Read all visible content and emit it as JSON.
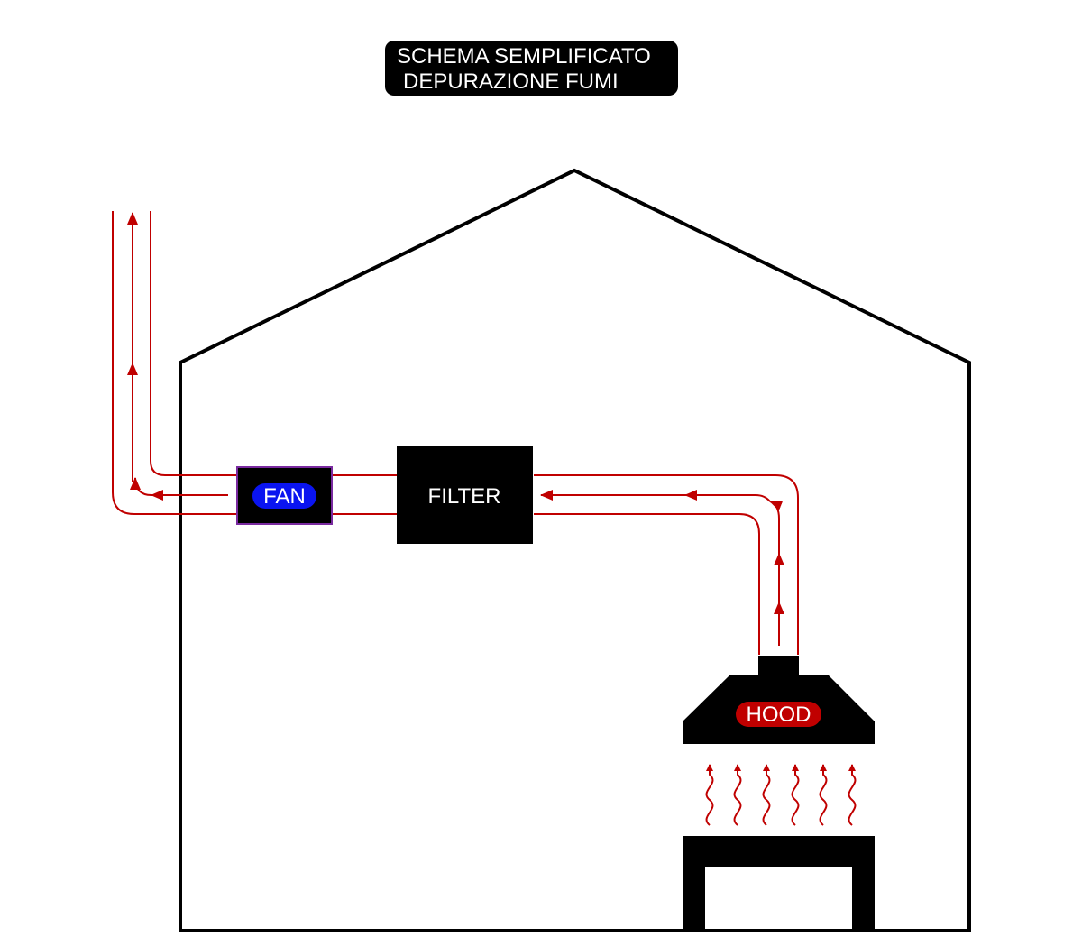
{
  "title": {
    "line1": "SCHEMA SEMPLIFICATO",
    "line2": "DEPURAZIONE FUMI"
  },
  "labels": {
    "fan": "FAN",
    "filter": "FILTER",
    "hood": "HOOD"
  },
  "colors": {
    "outline": "#000000",
    "duct": "#c00000",
    "fan_pill": "#0a14f0",
    "hood_pill": "#c00000",
    "fan_border": "#7a2aa0",
    "text_light": "#ffffff"
  }
}
